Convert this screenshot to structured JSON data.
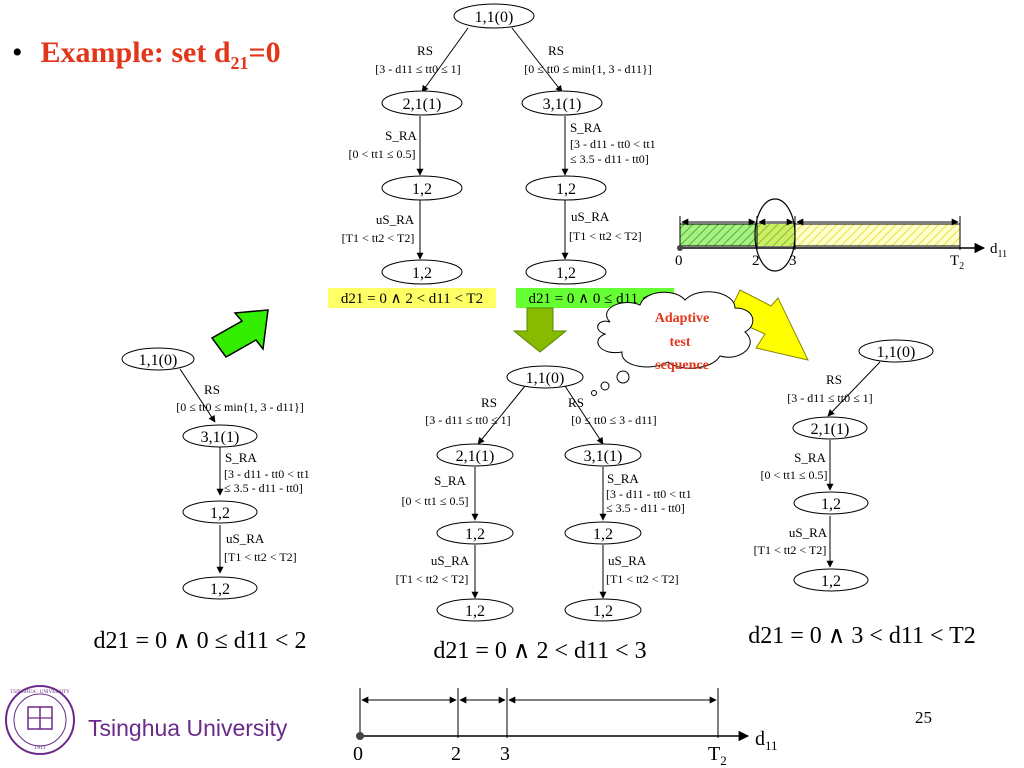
{
  "slide": {
    "bullet": "•",
    "title_prefix": "Example:  set d",
    "title_sub": "21",
    "title_suffix": "=0",
    "page_number": "25",
    "logo_text": "Tsinghua University",
    "logo_inner": "TSINGHUA · UNIVERSITY",
    "logo_year": "1911"
  },
  "labels": {
    "root": "1,1(0)",
    "n21": "2,1(1)",
    "n31": "3,1(1)",
    "n12": "1,2",
    "rs": "RS",
    "sra": "S_RA",
    "usra": "uS_RA",
    "g_left_rs": "[3 - d11 ≤ tt0 ≤ 1]",
    "g_right_rs_top": "[0 ≤ tt0 ≤ min{1, 3 - d11}]",
    "g_sra_left": "[0 < tt1 ≤ 0.5]",
    "g_sra_right_1": "[3 - d11 - tt0 < tt1",
    "g_sra_right_2": "≤ 3.5 - d11 - tt0]",
    "g_usra": "[T1 < tt2 < T2]",
    "g_mid_right_rs": "[0 ≤ tt0 ≤ 3 - d11]"
  },
  "conditions": {
    "top_left": "d21 = 0 ∧ 2 < d11 < T2",
    "top_right": "d21 = 0 ∧ 0 ≤ d11 < 3",
    "bottom_left": "d21 = 0 ∧ 0 ≤ d11 < 2",
    "bottom_mid": "d21 = 0 ∧ 2 < d11 < 3",
    "bottom_right": "d21 = 0 ∧ 3 < d11 < T2"
  },
  "cloud": {
    "line1": "Adaptive",
    "line2": "test",
    "line3": "sequence"
  },
  "axis": {
    "label": "d",
    "label_sub": "11",
    "t0": "0",
    "t2": "2",
    "t3": "3",
    "tT": "T",
    "tT_sub": "2"
  },
  "colors": {
    "title_red": "#e2361b",
    "yellow_highlight": "#ffff66",
    "green_highlight": "#66ff33",
    "green_arrow": "#33ee00",
    "olive_arrow": "#88bb00",
    "yellow_arrow": "#ffff00",
    "hatch_green": "#66dd33",
    "hatch_yellow": "#ffff88",
    "logo_purple": "#6b2a8a"
  }
}
